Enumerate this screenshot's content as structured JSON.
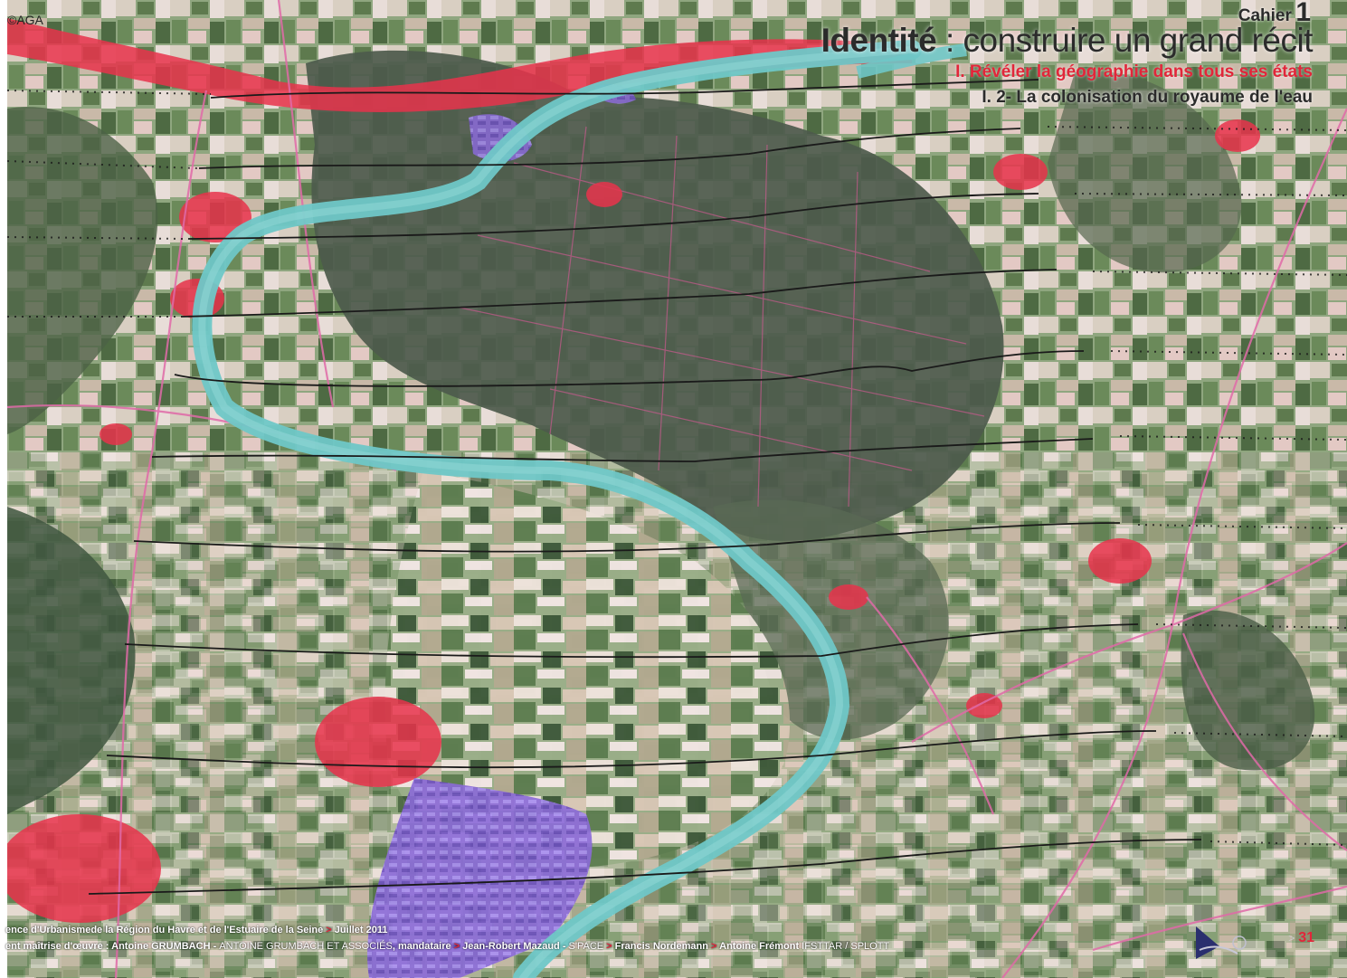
{
  "header": {
    "copyright": "©AGA",
    "cahier_label": "Cahier",
    "cahier_number": "1",
    "title_strong": "Identité",
    "title_rest": " : construire un grand récit",
    "section": "I. Révéler la géographie dans tous ses états",
    "subsection": "I. 2- La colonisation du royaume de l'eau"
  },
  "footer": {
    "line1_a": "ence d'Urbanismede la Région du Havre et de l'Estuaire de la Seine",
    "line1_sep": " > ",
    "line1_b": "Juillet 2011",
    "line2_a": "ent maîtrise d'œuvre : Antoine ",
    "line2_b": "GRUMBACH",
    "line2_c": " - ",
    "line2_d": "ANTOINE GRUMBACH ET ASSOCIÉS",
    "line2_e": ", mandataire",
    "line2_sep1": " > ",
    "line2_f": "Jean-Robert Mazaud",
    "line2_g": " - ",
    "line2_h": "S'PACE",
    "line2_sep2": " > ",
    "line2_i": "Francis Nordemann",
    "line2_sep3": " > ",
    "line2_j": "Antoine Frémont",
    "line2_k": " IFSTTAR / SPLOTT"
  },
  "page": {
    "prefix": ">",
    "number": "31"
  },
  "colors": {
    "accent_red": "#e2263a",
    "river": "#6fc7c7",
    "urban": "#e8324b",
    "industrial": "#8a66d6",
    "forest": "#4f5a4c",
    "fields": "#8aa37a"
  }
}
